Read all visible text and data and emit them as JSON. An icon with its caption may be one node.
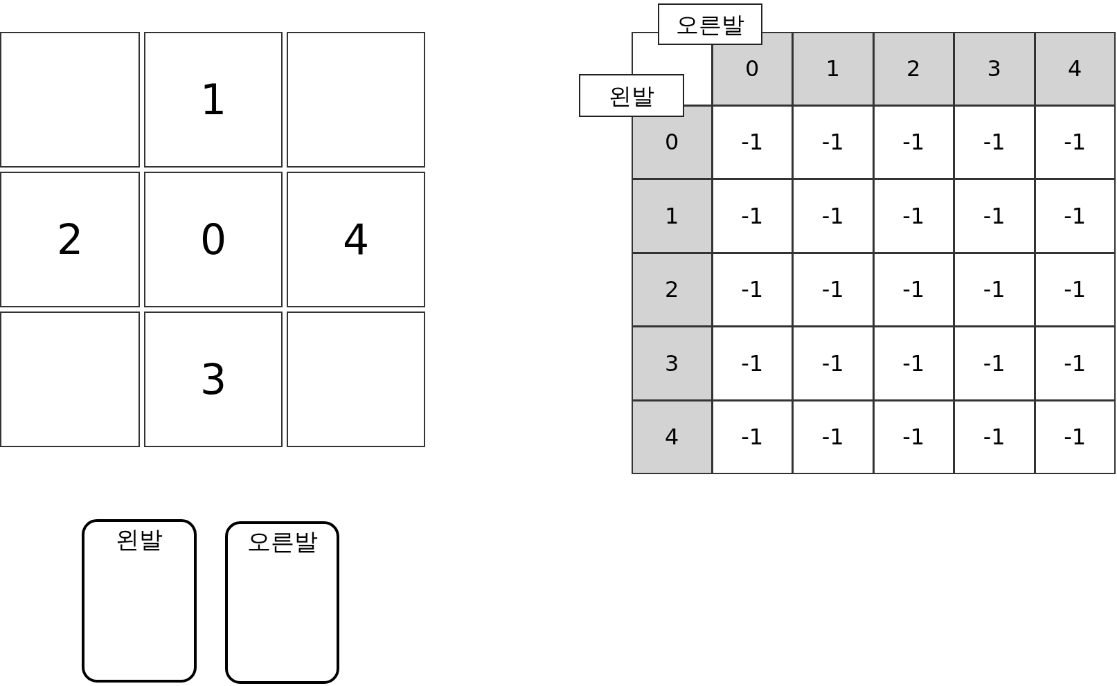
{
  "diagram": {
    "nodes": [
      {
        "text": [],
        "shape": "box"
      },
      {
        "text": [
          "1"
        ]
      },
      {
        "text": [],
        "shape": "box"
      },
      {
        "text": [
          "2"
        ]
      },
      {
        "text": [
          "0"
        ]
      },
      {
        "text": [
          "4"
        ]
      },
      {
        "text": [],
        "shape": "box"
      },
      {
        "text": [
          "3"
        ]
      },
      {
        "text": [],
        "shape": "box"
      },
      {
        "text": [
          "오른발"
        ]
      },
      {
        "text": [
          "왼발"
        ]
      },
      {
        "text": [
          "왼발"
        ]
      },
      {
        "text": [
          "오른발"
        ]
      }
    ],
    "edges": [],
    "labels": [
      "0",
      "1",
      "2",
      "3",
      "4",
      "0",
      "-1",
      "-1",
      "-1",
      "-1",
      "-1",
      "1",
      "-1",
      "-1",
      "-1",
      "-1",
      "-1",
      "2",
      "-1",
      "-1",
      "-1",
      "-1",
      "-1",
      "3",
      "-1",
      "-1",
      "-1",
      "-1",
      "-1",
      "4",
      "-1",
      "-1",
      "-1",
      "-1",
      "-1"
    ]
  }
}
